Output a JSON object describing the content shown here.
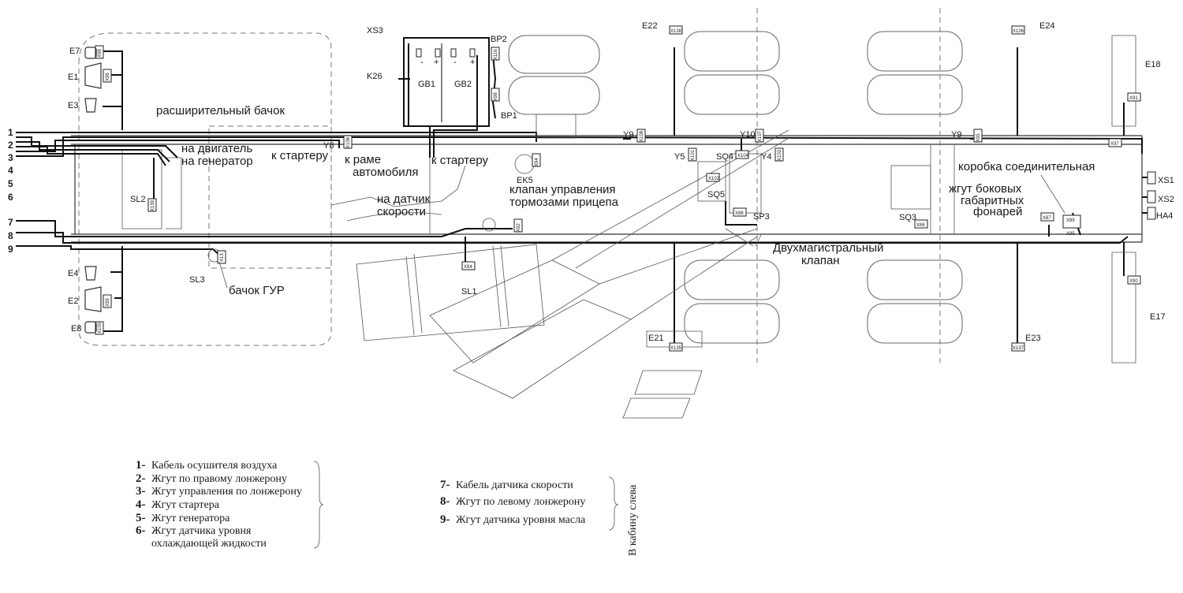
{
  "components": {
    "E7": "E7",
    "E1": "E1",
    "E3": "E3",
    "E4": "E4",
    "E2": "E2",
    "E8": "E8",
    "XS3": "XS3",
    "K26": "K26",
    "GB1": "GB1",
    "GB2": "GB2",
    "BP2": "BP2",
    "BP1": "BP1",
    "E22": "E22",
    "E24": "E24",
    "E18": "E18",
    "E21": "E21",
    "E23": "E23",
    "E17": "E17",
    "Y9": "Y9",
    "Y10": "Y10",
    "Y9b": "Y9",
    "Y8": "Y8",
    "Y5": "Y5",
    "Y4": "Y4",
    "SQ4": "SQ4",
    "SQ5": "SQ5",
    "SQ3": "SQ3",
    "SP3": "SP3",
    "EK5": "EK5",
    "SL2": "SL2",
    "SL3": "SL3",
    "SL1": "SL1",
    "XS1": "XS1",
    "XS2": "XS2",
    "HA4": "HA4"
  },
  "connectors": {
    "X98": "X98",
    "X96": "X96",
    "X99": "X99",
    "X100": "X100",
    "X139": "X139",
    "X13": "X13",
    "X106": "X106",
    "X116": "X116",
    "X98b": "X98",
    "X138": "X138",
    "X136": "X136",
    "X108": "X108",
    "X107": "X107",
    "X101": "X101",
    "X102": "X102",
    "X104": "X104",
    "X103": "X103",
    "X88": "X88",
    "X92": "X92",
    "X84": "X84",
    "X86": "X86",
    "X87": "X87",
    "X89": "X89",
    "X85": "X85",
    "X91": "X91",
    "X90": "X90",
    "X135": "X135",
    "X137": "X137",
    "X95": "X95",
    "X97": "X97",
    "X94": "X94"
  },
  "annotations": {
    "expansion_tank": "расширительный бачок",
    "to_engine": "на двигатель",
    "to_generator": "на генератор",
    "to_starter_1": "к стартеру",
    "to_frame_1": "к раме",
    "to_frame_2": "автомобиля",
    "to_starter_2": "к стартеру",
    "speed_sensor_1": "на датчик",
    "speed_sensor_2": "скорости",
    "trailer_valve_1": "клапан управления",
    "trailer_valve_2": "тормозами прицепа",
    "junction_box": "коробка соединительная",
    "side_lights_1": "жгут боковых",
    "side_lights_2": "габаритных",
    "side_lights_3": "фонарей",
    "dual_valve_1": "Двухмагистральный",
    "dual_valve_2": "клапан",
    "power_steering_tank": "бачок ГУР",
    "battery_minus": "-",
    "battery_plus": "+"
  },
  "wire_numbers": [
    "1",
    "2",
    "3",
    "4",
    "5",
    "6",
    "7",
    "8",
    "9"
  ],
  "legend_left": [
    {
      "num": "1-",
      "text": "Кабель осушителя воздуха"
    },
    {
      "num": "2-",
      "text": "Жгут по правому лонжерону"
    },
    {
      "num": "3-",
      "text": "Жгут управления по лонжерону"
    },
    {
      "num": "4-",
      "text": "Жгут стартера"
    },
    {
      "num": "5-",
      "text": "Жгут генератора"
    },
    {
      "num": "6-",
      "text": "Жгут датчика уровня"
    },
    {
      "num": "",
      "text": "охлаждающей жидкости"
    }
  ],
  "legend_right": [
    {
      "num": "7-",
      "text": "Кабель датчика скорости"
    },
    {
      "num": "8-",
      "text": "Жгут по левому лонжерону"
    },
    {
      "num": "9-",
      "text": "Жгут датчика уровня масла"
    }
  ],
  "cabin_note": "В кабину слева"
}
